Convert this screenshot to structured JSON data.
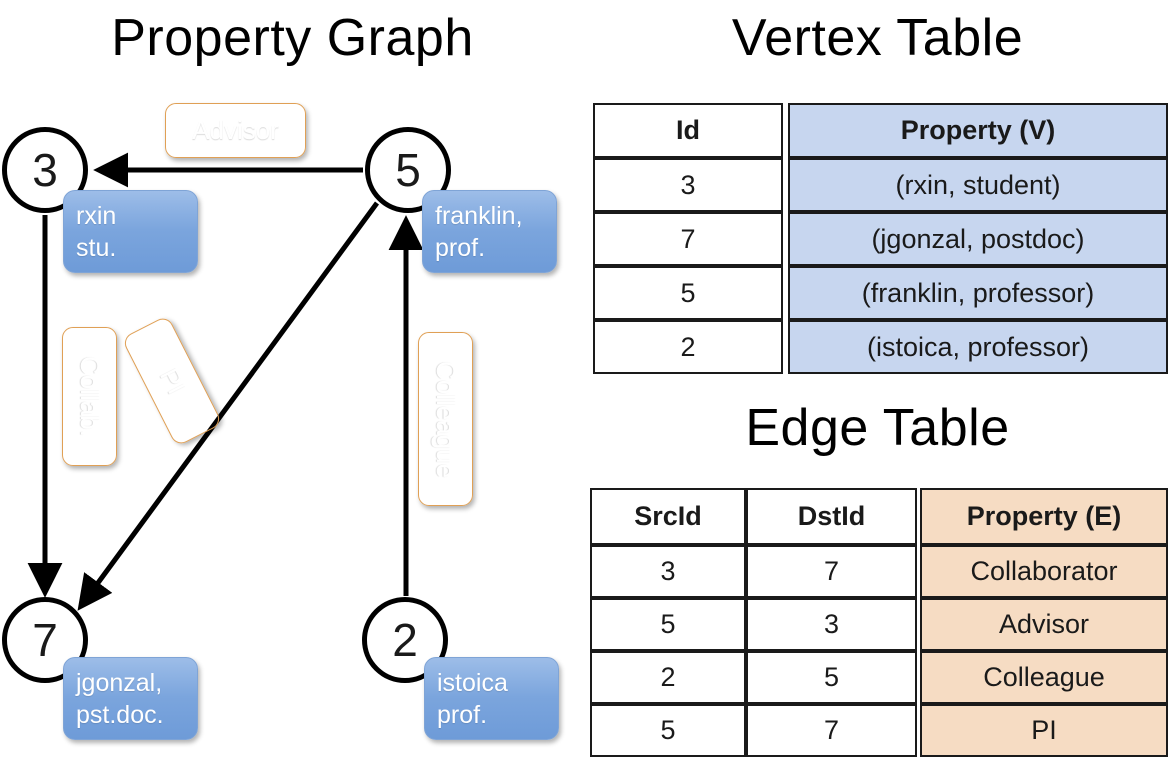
{
  "titles": {
    "property_graph": "Property Graph",
    "vertex_table": "Vertex Table",
    "edge_table": "Edge Table"
  },
  "graph": {
    "vertices": [
      {
        "id": "3",
        "property_label": "rxin\nstu."
      },
      {
        "id": "5",
        "property_label": "franklin,\nprof."
      },
      {
        "id": "7",
        "property_label": "jgonzal,\npst.doc."
      },
      {
        "id": "2",
        "property_label": "istoica\nprof."
      }
    ],
    "vertex_3_id": "3",
    "vertex_5_id": "5",
    "vertex_7_id": "7",
    "vertex_2_id": "2",
    "prop_3_line1": "rxin",
    "prop_3_line2": "stu.",
    "prop_5_line1": "franklin,",
    "prop_5_line2": "prof.",
    "prop_7_line1": "jgonzal,",
    "prop_7_line2": "pst.doc.",
    "prop_2_line1": "istoica",
    "prop_2_line2": "prof.",
    "edge_label_advisor": "Advisor",
    "edge_label_collab": "Collab.",
    "edge_label_pi": "PI",
    "edge_label_colleague": "Colleague",
    "edges": [
      {
        "from": "5",
        "to": "3",
        "label": "Advisor"
      },
      {
        "from": "3",
        "to": "7",
        "label": "Collab."
      },
      {
        "from": "5",
        "to": "7",
        "label": "PI"
      },
      {
        "from": "2",
        "to": "5",
        "label": "Colleague"
      }
    ]
  },
  "vertex_table": {
    "headers": [
      "Id",
      "Property (V)"
    ],
    "rows": [
      [
        "3",
        "(rxin, student)"
      ],
      [
        "7",
        "(jgonzal, postdoc)"
      ],
      [
        "5",
        "(franklin, professor)"
      ],
      [
        "2",
        "(istoica, professor)"
      ]
    ],
    "h0": "Id",
    "h1": "Property (V)",
    "r0c0": "3",
    "r0c1": "(rxin, student)",
    "r1c0": "7",
    "r1c1": "(jgonzal, postdoc)",
    "r2c0": "5",
    "r2c1": "(franklin, professor)",
    "r3c0": "2",
    "r3c1": "(istoica, professor)"
  },
  "edge_table": {
    "headers": [
      "SrcId",
      "DstId",
      "Property (E)"
    ],
    "rows": [
      [
        "3",
        "7",
        "Collaborator"
      ],
      [
        "5",
        "3",
        "Advisor"
      ],
      [
        "2",
        "5",
        "Colleague"
      ],
      [
        "5",
        "7",
        "PI"
      ]
    ],
    "h0": "SrcId",
    "h1": "DstId",
    "h2": "Property (E)",
    "r0c0": "3",
    "r0c1": "7",
    "r0c2": "Collaborator",
    "r1c0": "5",
    "r1c1": "3",
    "r1c2": "Advisor",
    "r2c0": "2",
    "r2c1": "5",
    "r2c2": "Colleague",
    "r3c0": "5",
    "r3c1": "7",
    "r3c2": "PI"
  },
  "colors": {
    "vertex_property_blue": "#7ba5dd",
    "edge_label_orange": "#eeac5e",
    "table_property_v_blue": "#c7d6ef",
    "table_property_e_peach": "#f6dcc3",
    "stroke_black": "#000000",
    "background": "#ffffff"
  }
}
